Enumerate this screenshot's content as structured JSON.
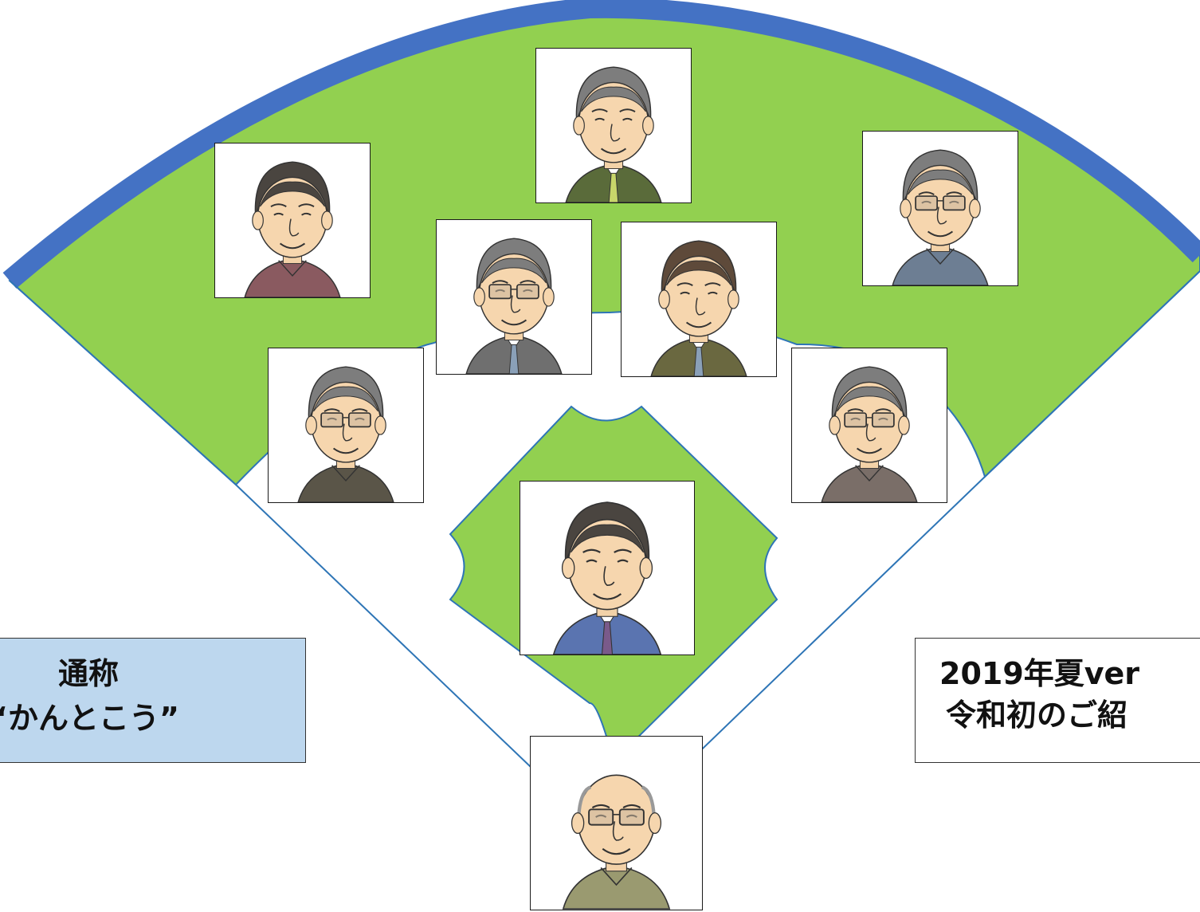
{
  "colors": {
    "grass": "#92d050",
    "fence": "#4472c4",
    "line": "#2e75b6",
    "left_label_bg": "#bdd7ee",
    "right_label_bg": "#ffffff"
  },
  "left_label": {
    "line1": "通称",
    "line2": "“かんとこう”"
  },
  "right_label": {
    "line1": "2019年夏ver",
    "line2": "令和初のご紹"
  },
  "players": [
    {
      "id": "top-center",
      "hair": "gray",
      "glasses": false,
      "shirt": "#5a6b3a",
      "tie": "#c8d66a"
    },
    {
      "id": "top-left",
      "hair": "dark",
      "glasses": false,
      "shirt": "#8a5a60",
      "tie": null
    },
    {
      "id": "top-right",
      "hair": "gray",
      "glasses": true,
      "shirt": "#6d7e93",
      "tie": null
    },
    {
      "id": "inner-left",
      "hair": "gray",
      "glasses": true,
      "shirt": "#6f6f6f",
      "tie": "#8aa0b8"
    },
    {
      "id": "inner-right",
      "hair": "brown",
      "glasses": false,
      "shirt": "#6a6840",
      "tie": "#8aa0b8"
    },
    {
      "id": "mid-left",
      "hair": "gray",
      "glasses": true,
      "shirt": "#5a5548",
      "tie": null
    },
    {
      "id": "mid-right",
      "hair": "gray",
      "glasses": true,
      "shirt": "#7a6e68",
      "tie": null
    },
    {
      "id": "center",
      "hair": "dark",
      "glasses": false,
      "shirt": "#5a74b0",
      "tie": "#7a5a8a"
    },
    {
      "id": "bottom",
      "hair": "bald",
      "glasses": true,
      "shirt": "#9a9a70",
      "tie": null
    }
  ]
}
